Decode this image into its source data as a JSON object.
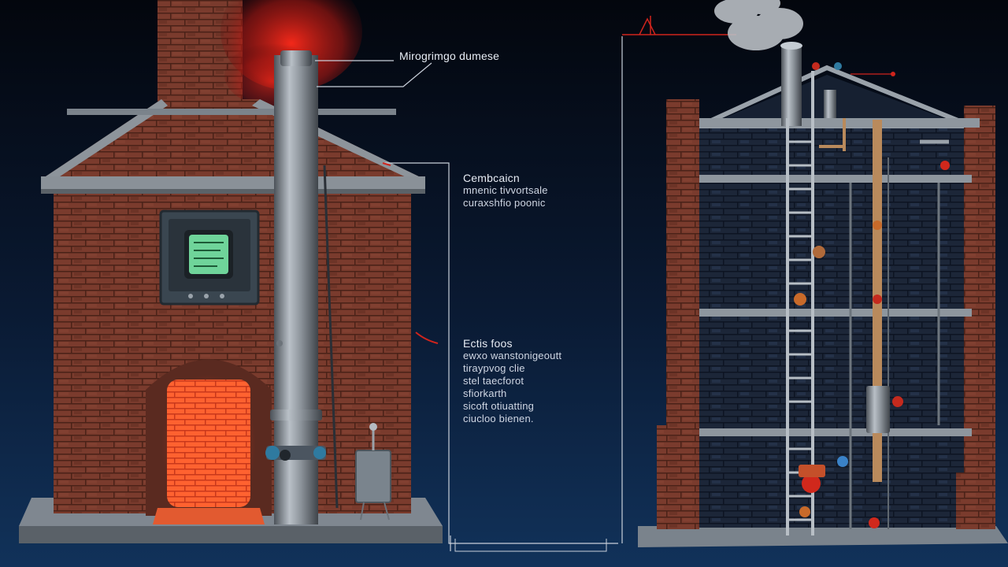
{
  "labels": {
    "top": "Mirogrimgo dumese",
    "middle": {
      "head": "Cembcaicn",
      "lines": [
        "mnenic tivvortsale",
        "curaxshfio poonic"
      ]
    },
    "lower": {
      "head": "Ectis foos",
      "lines": [
        "ewxo wanstonigeoutt",
        "tiraypvog clie",
        "stel taecforot",
        "sfiorkarth",
        "sicoft otiuatting",
        "ciucloo bienen."
      ]
    }
  },
  "colors": {
    "background_top": "#04070f",
    "background_bottom": "#0f2a4e",
    "brick": "#7a3a2c",
    "mortar": "#4e2419",
    "fire": "#ff5a2a",
    "smoke_red": "#e0261b",
    "pipe": "#8f969d",
    "callout_line": "#d8dde6",
    "callout_red": "#d0241c",
    "panel_screen": "#6fd49a"
  },
  "icons": [
    "fire-icon",
    "smoke-icon",
    "gauge-icon",
    "valve-icon",
    "ladder-icon"
  ]
}
